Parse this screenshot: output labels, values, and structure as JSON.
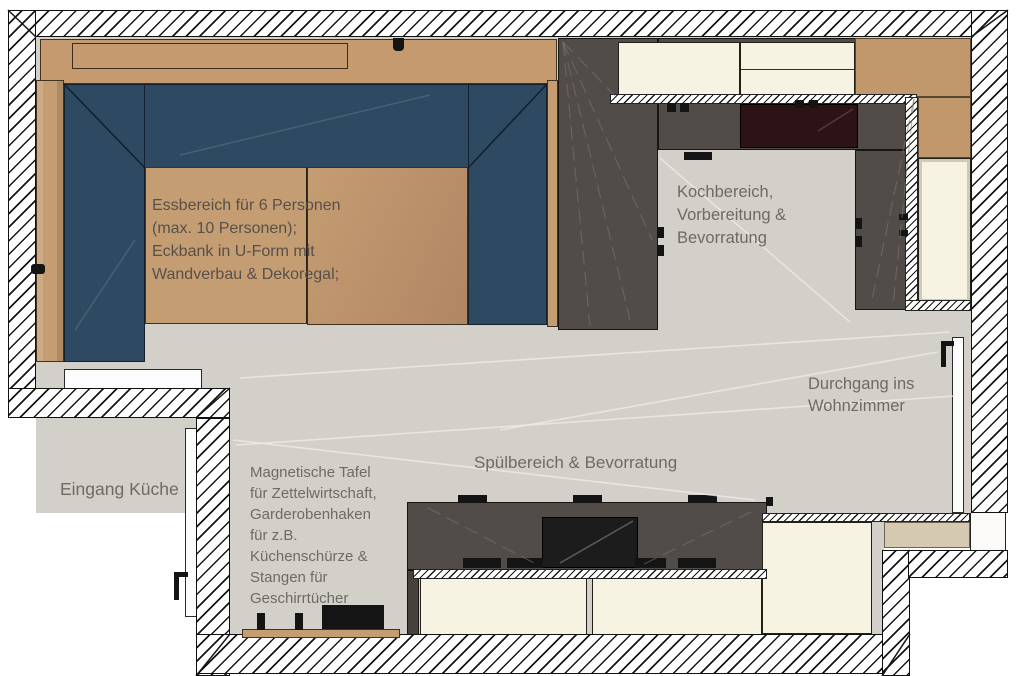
{
  "labels": {
    "dining": {
      "lines": [
        "Essbereich für 6 Personen",
        "(max. 10 Personen);",
        "Eckbank in U-Form mit",
        "Wandverbau & Dekoregal;"
      ]
    },
    "cooking": {
      "lines": [
        "Kochbereich,",
        "Vorbereitung &",
        "Bevorratung"
      ]
    },
    "passage": {
      "lines": [
        "Durchgang ins",
        "Wohnzimmer"
      ]
    },
    "sink_area": {
      "text": "Spülbereich & Bevorratung"
    },
    "entrance": {
      "text": "Eingang Küche"
    },
    "magnet_board": {
      "lines": [
        "Magnetische Tafel",
        "für Zettelwirtschaft,",
        "Garderobenhaken",
        "für z.B.",
        "Küchenschürze &",
        "Stangen für",
        "Geschirrtücher"
      ]
    }
  },
  "colors": {
    "floor": "#d3d0ca",
    "bench_blue": "#2e4a63",
    "wood_tan": "#c59d72",
    "wood_tan_dark": "#b9906a",
    "shelf_tan": "#c49a6e",
    "counter_gray": "#514c48",
    "cooktop_maroon": "#2c1316",
    "cabinet_cream": "#f6f3e2",
    "corner_tan": "#c0986b",
    "passage_beige": "#d6c9b1",
    "sink_black": "#1c1c1c",
    "label_gray": "#6e6a65",
    "dining_label": "#57504a",
    "outline": "#1a1a1a"
  }
}
